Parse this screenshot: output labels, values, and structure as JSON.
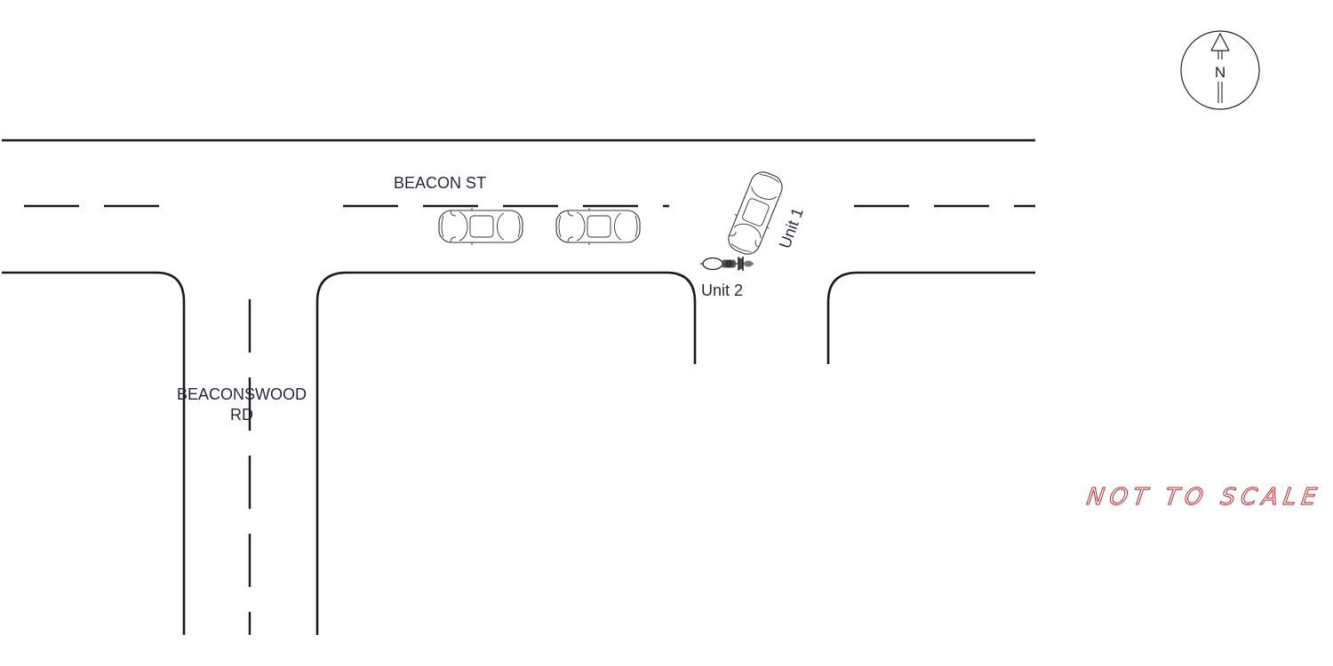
{
  "streets": {
    "main": "BEACON ST",
    "side_line1": "BEACONSWOOD",
    "side_line2": "RD"
  },
  "units": {
    "unit1": "Unit 1",
    "unit2": "Unit 2"
  },
  "compass": {
    "letter": "N",
    "direction": "north"
  },
  "scale_note": "NOT TO SCALE",
  "colors": {
    "road_lines": "#1a1a1a",
    "label_text": "#2a2540",
    "scale_note_outline": "#c0202a"
  },
  "icons": [
    "north-arrow-icon",
    "sedan-icon",
    "motorcycle-icon"
  ]
}
